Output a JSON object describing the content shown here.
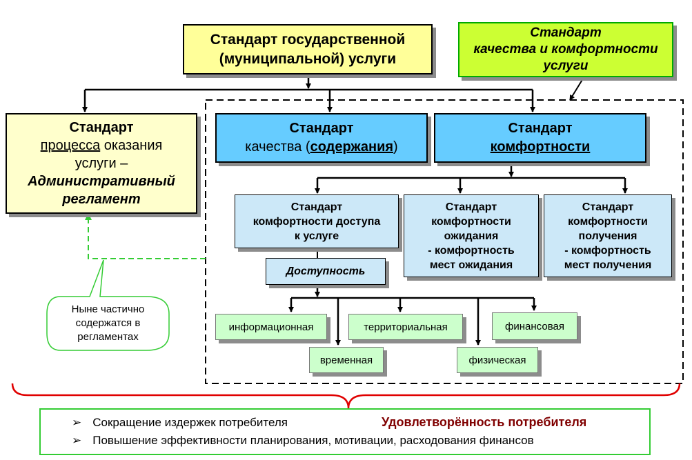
{
  "boxes": {
    "state_standard": {
      "line1": "Стандарт государственной",
      "line2": "(муниципальной) услуги"
    },
    "quality_comfort_standard": {
      "line1": "Стандарт",
      "line2": "качества и комфортности",
      "line3": "услуги"
    },
    "process_standard": {
      "line1": "Стандарт",
      "line2_underlined": "процесса",
      "line2_rest": " оказания",
      "line3": "услуги –",
      "line4": "Административный",
      "line5": "регламент"
    },
    "quality_standard": {
      "line1": "Стандарт",
      "line2_prefix": "качества (",
      "line2_underlined": "содержания",
      "line2_suffix": ")"
    },
    "comfort_standard": {
      "line1": "Стандарт",
      "line2": "комфортности"
    },
    "access_comfort": {
      "line1": "Стандарт",
      "line2": "комфортности доступа",
      "line3": "к услуге"
    },
    "wait_comfort": {
      "line1": "Стандарт",
      "line2": "комфортности",
      "line3": "ожидания",
      "line4": "- комфортность",
      "line5": "мест ожидания"
    },
    "receive_comfort": {
      "line1": "Стандарт",
      "line2": "комфортности",
      "line3": "получения",
      "line4": "- комфортность",
      "line5": "мест получения"
    },
    "accessibility": "Доступность",
    "access_types": {
      "informational": "информационная",
      "territorial": "территориальная",
      "financial": "финансовая",
      "temporal": "временная",
      "physical": "физическая"
    }
  },
  "callout": {
    "line1": "Ныне частично",
    "line2": "содержатся в",
    "line3": "регламентах"
  },
  "results": {
    "item1": "Сокращение издержек потребителя",
    "item1_result": "Удовлетворённость потребителя",
    "item2": "Повышение эффективности планирования, мотивации, расходования финансов",
    "bullet": "➢"
  },
  "colors": {
    "state_standard_fill": "#ffff99",
    "quality_comfort_fill": "#ccff33",
    "process_fill": "#ffffcc",
    "quality_fill": "#66ccff",
    "sub_standard_fill": "#cce8f8",
    "access_type_fill": "#ccffcc",
    "result_border": "#33cc33",
    "brace": "#e00000",
    "result_text": "#800000",
    "callout_border": "#33cc33"
  }
}
